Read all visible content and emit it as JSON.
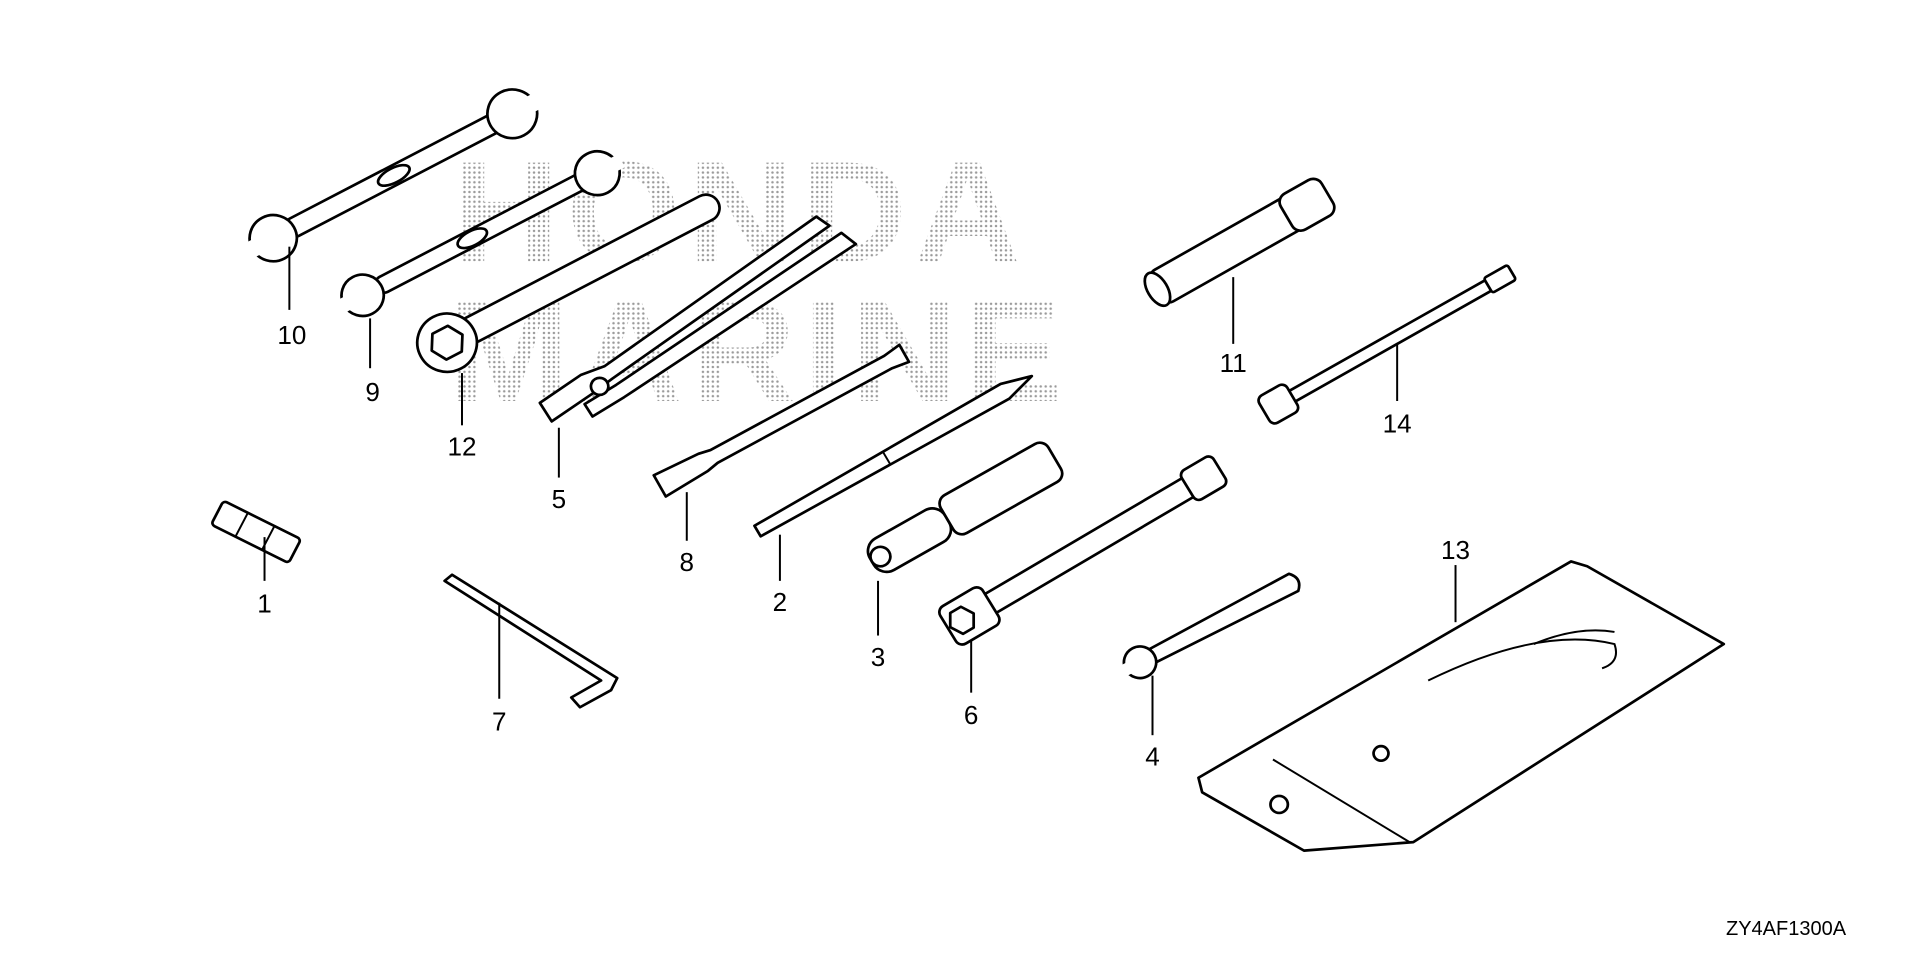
{
  "watermark": {
    "line1": "HONDA",
    "line2": "MARINE"
  },
  "callouts": {
    "p1": "1",
    "p2": "2",
    "p3": "3",
    "p4": "4",
    "p5": "5",
    "p6": "6",
    "p7": "7",
    "p8": "8",
    "p9": "9",
    "p10": "10",
    "p11": "11",
    "p12": "12",
    "p13": "13",
    "p14": "14"
  },
  "diagram_code": "ZY4AF1300A"
}
